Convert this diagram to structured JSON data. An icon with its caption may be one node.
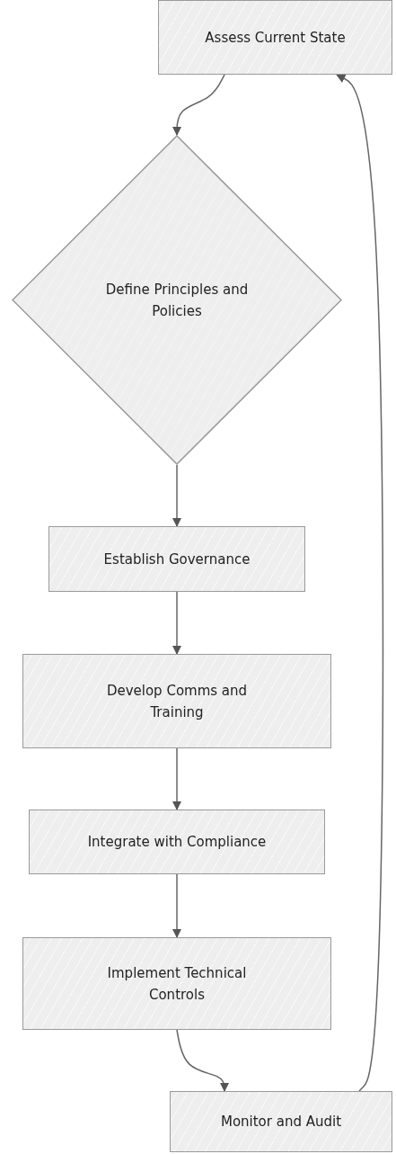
{
  "diagram": {
    "nodes": [
      {
        "text": [
          "Assess Current State"
        ]
      },
      {
        "text": [
          "Define Principles and Policies"
        ]
      },
      {
        "text": [
          "Establish Governance"
        ]
      },
      {
        "text": [
          "Develop Comms and Training"
        ]
      },
      {
        "text": [
          "Integrate with Compliance"
        ]
      },
      {
        "text": [
          "Implement Technical Controls"
        ]
      },
      {
        "text": [
          "Monitor and Audit"
        ]
      }
    ],
    "edges": [
      {
        "from": 0,
        "to": 1,
        "arrow": "to"
      },
      {
        "from": 1,
        "to": 2,
        "arrow": "to"
      },
      {
        "from": 2,
        "to": 3,
        "arrow": "to"
      },
      {
        "from": 3,
        "to": 4,
        "arrow": "to"
      },
      {
        "from": 4,
        "to": 5,
        "arrow": "to"
      },
      {
        "from": 5,
        "to": 6,
        "arrow": "to"
      },
      {
        "from": 6,
        "to": 0,
        "arrow": "to"
      }
    ]
  }
}
